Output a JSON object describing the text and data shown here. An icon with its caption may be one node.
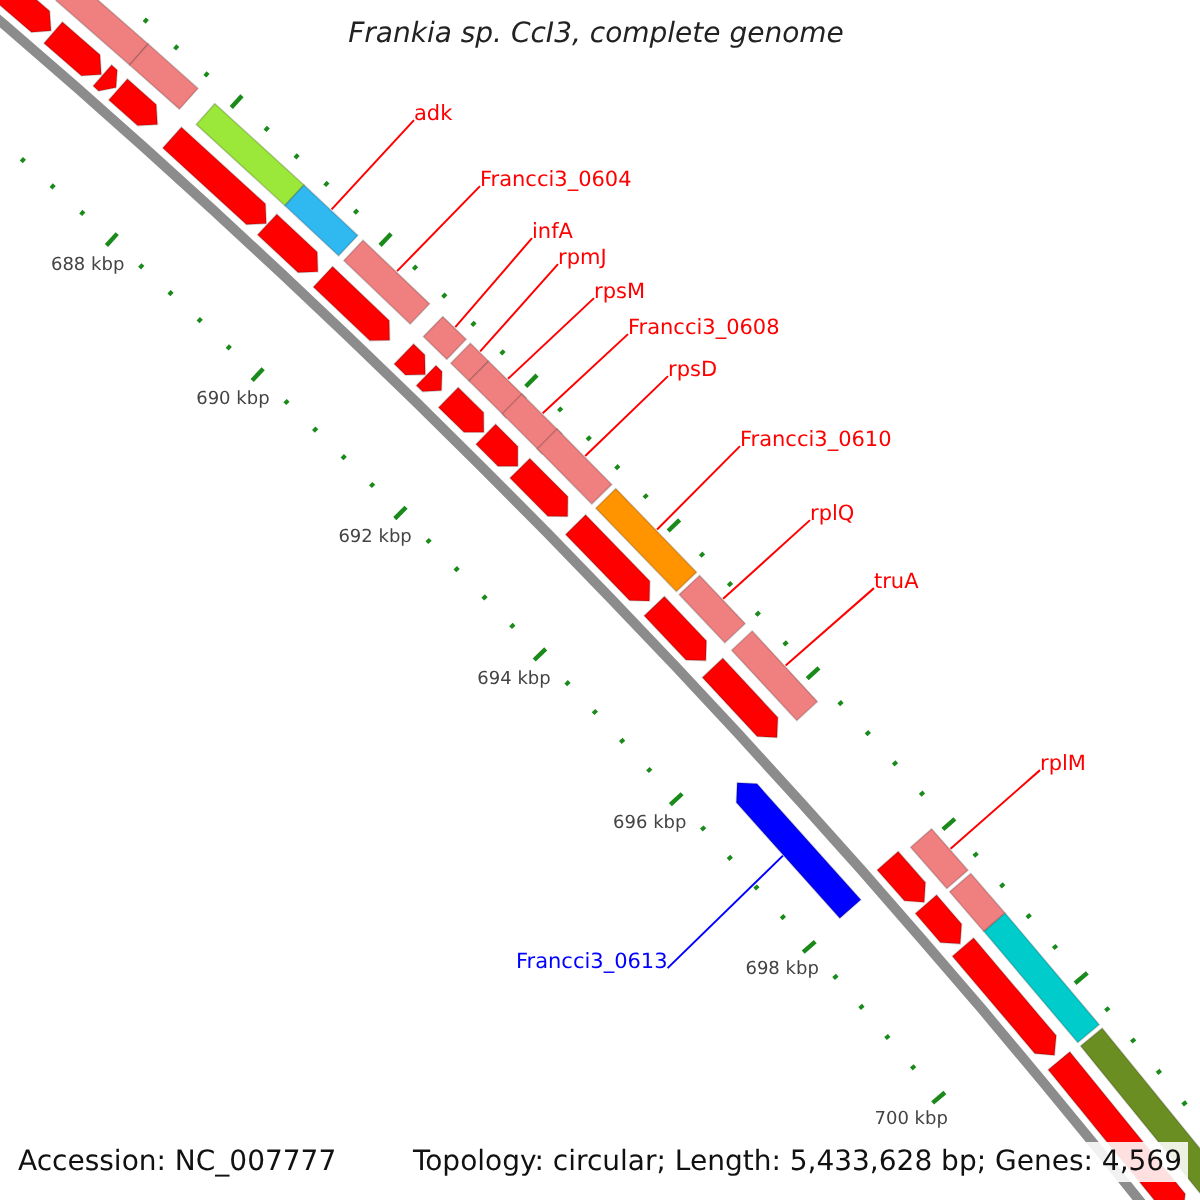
{
  "diagram": {
    "title": "Frankia sp. CcI3, complete genome",
    "nodes": [
      {
        "text": [
          "adk"
        ]
      },
      {
        "text": [
          "Francci3_0604"
        ]
      },
      {
        "text": [
          "infA"
        ]
      },
      {
        "text": [
          "rpmJ"
        ]
      },
      {
        "text": [
          "rpsM"
        ]
      },
      {
        "text": [
          "Francci3_0608"
        ]
      },
      {
        "text": [
          "rpsD"
        ]
      },
      {
        "text": [
          "Francci3_0610"
        ]
      },
      {
        "text": [
          "rplQ"
        ]
      },
      {
        "text": [
          "truA"
        ]
      },
      {
        "text": [
          "rplM"
        ]
      },
      {
        "text": [
          "Francci3_0613"
        ]
      },
      {
        "text": [],
        "shape": "bar"
      },
      {
        "text": [],
        "shape": "bar"
      },
      {
        "text": [],
        "shape": "bar"
      },
      {
        "text": [],
        "shape": "bar"
      },
      {
        "text": [],
        "shape": "bar"
      },
      {
        "text": [],
        "shape": "bar"
      },
      {
        "text": [],
        "shape": "bar"
      },
      {
        "text": [],
        "shape": "bar"
      },
      {
        "text": [],
        "shape": "bar"
      },
      {
        "text": [],
        "shape": "bar"
      },
      {
        "text": [],
        "shape": "bar"
      },
      {
        "text": [],
        "shape": "bar"
      },
      {
        "text": [],
        "shape": "bar"
      },
      {
        "text": [],
        "shape": "bar"
      },
      {
        "text": [],
        "shape": "bar"
      },
      {
        "text": [],
        "shape": "bar"
      },
      {
        "text": [],
        "shape": "bar"
      },
      {
        "text": [],
        "shape": "bar"
      },
      {
        "text": [],
        "shape": "bar"
      },
      {
        "text": [],
        "shape": "bar"
      },
      {
        "text": [],
        "shape": "bar"
      },
      {
        "text": [],
        "shape": "bar"
      },
      {
        "text": [],
        "shape": "bar"
      },
      {
        "text": [],
        "shape": "bar"
      },
      {
        "text": [],
        "shape": "bar"
      },
      {
        "text": [],
        "shape": "bar"
      },
      {
        "text": [],
        "shape": "bar"
      },
      {
        "text": [],
        "shape": "bar"
      },
      {
        "text": [],
        "shape": "bar"
      },
      {
        "text": [],
        "shape": "bar"
      },
      {
        "text": [],
        "shape": "bar"
      },
      {
        "text": [],
        "shape": "bar"
      },
      {
        "text": [],
        "shape": "bar"
      },
      {
        "text": [],
        "shape": "bar"
      },
      {
        "text": [],
        "shape": "bar"
      },
      {
        "text": [],
        "shape": "bar"
      },
      {
        "text": [],
        "shape": "bar"
      }
    ],
    "edges": [
      {
        "from": 0,
        "to": 20,
        "arrow": "none"
      },
      {
        "from": 1,
        "to": 23,
        "arrow": "none"
      },
      {
        "from": 2,
        "to": 25,
        "arrow": "none"
      },
      {
        "from": 3,
        "to": 27,
        "arrow": "none"
      },
      {
        "from": 4,
        "to": 29,
        "arrow": "none"
      },
      {
        "from": 5,
        "to": 30,
        "arrow": "none"
      },
      {
        "from": 6,
        "to": 32,
        "arrow": "none"
      },
      {
        "from": 7,
        "to": 35,
        "arrow": "none"
      },
      {
        "from": 8,
        "to": 37,
        "arrow": "none"
      },
      {
        "from": 9,
        "to": 39,
        "arrow": "none"
      },
      {
        "from": 10,
        "to": 42,
        "arrow": "none"
      },
      {
        "from": 11,
        "to": 40,
        "arrow": "none",
        "color": "#0000ff"
      }
    ],
    "labels": [
      "688 kbp",
      "690 kbp",
      "692 kbp",
      "694 kbp",
      "696 kbp",
      "698 kbp",
      "700 kbp",
      "Accession: NC_007777",
      "Topology: circular; Length: 5,433,628 bp; Genes: 4,569"
    ]
  }
}
